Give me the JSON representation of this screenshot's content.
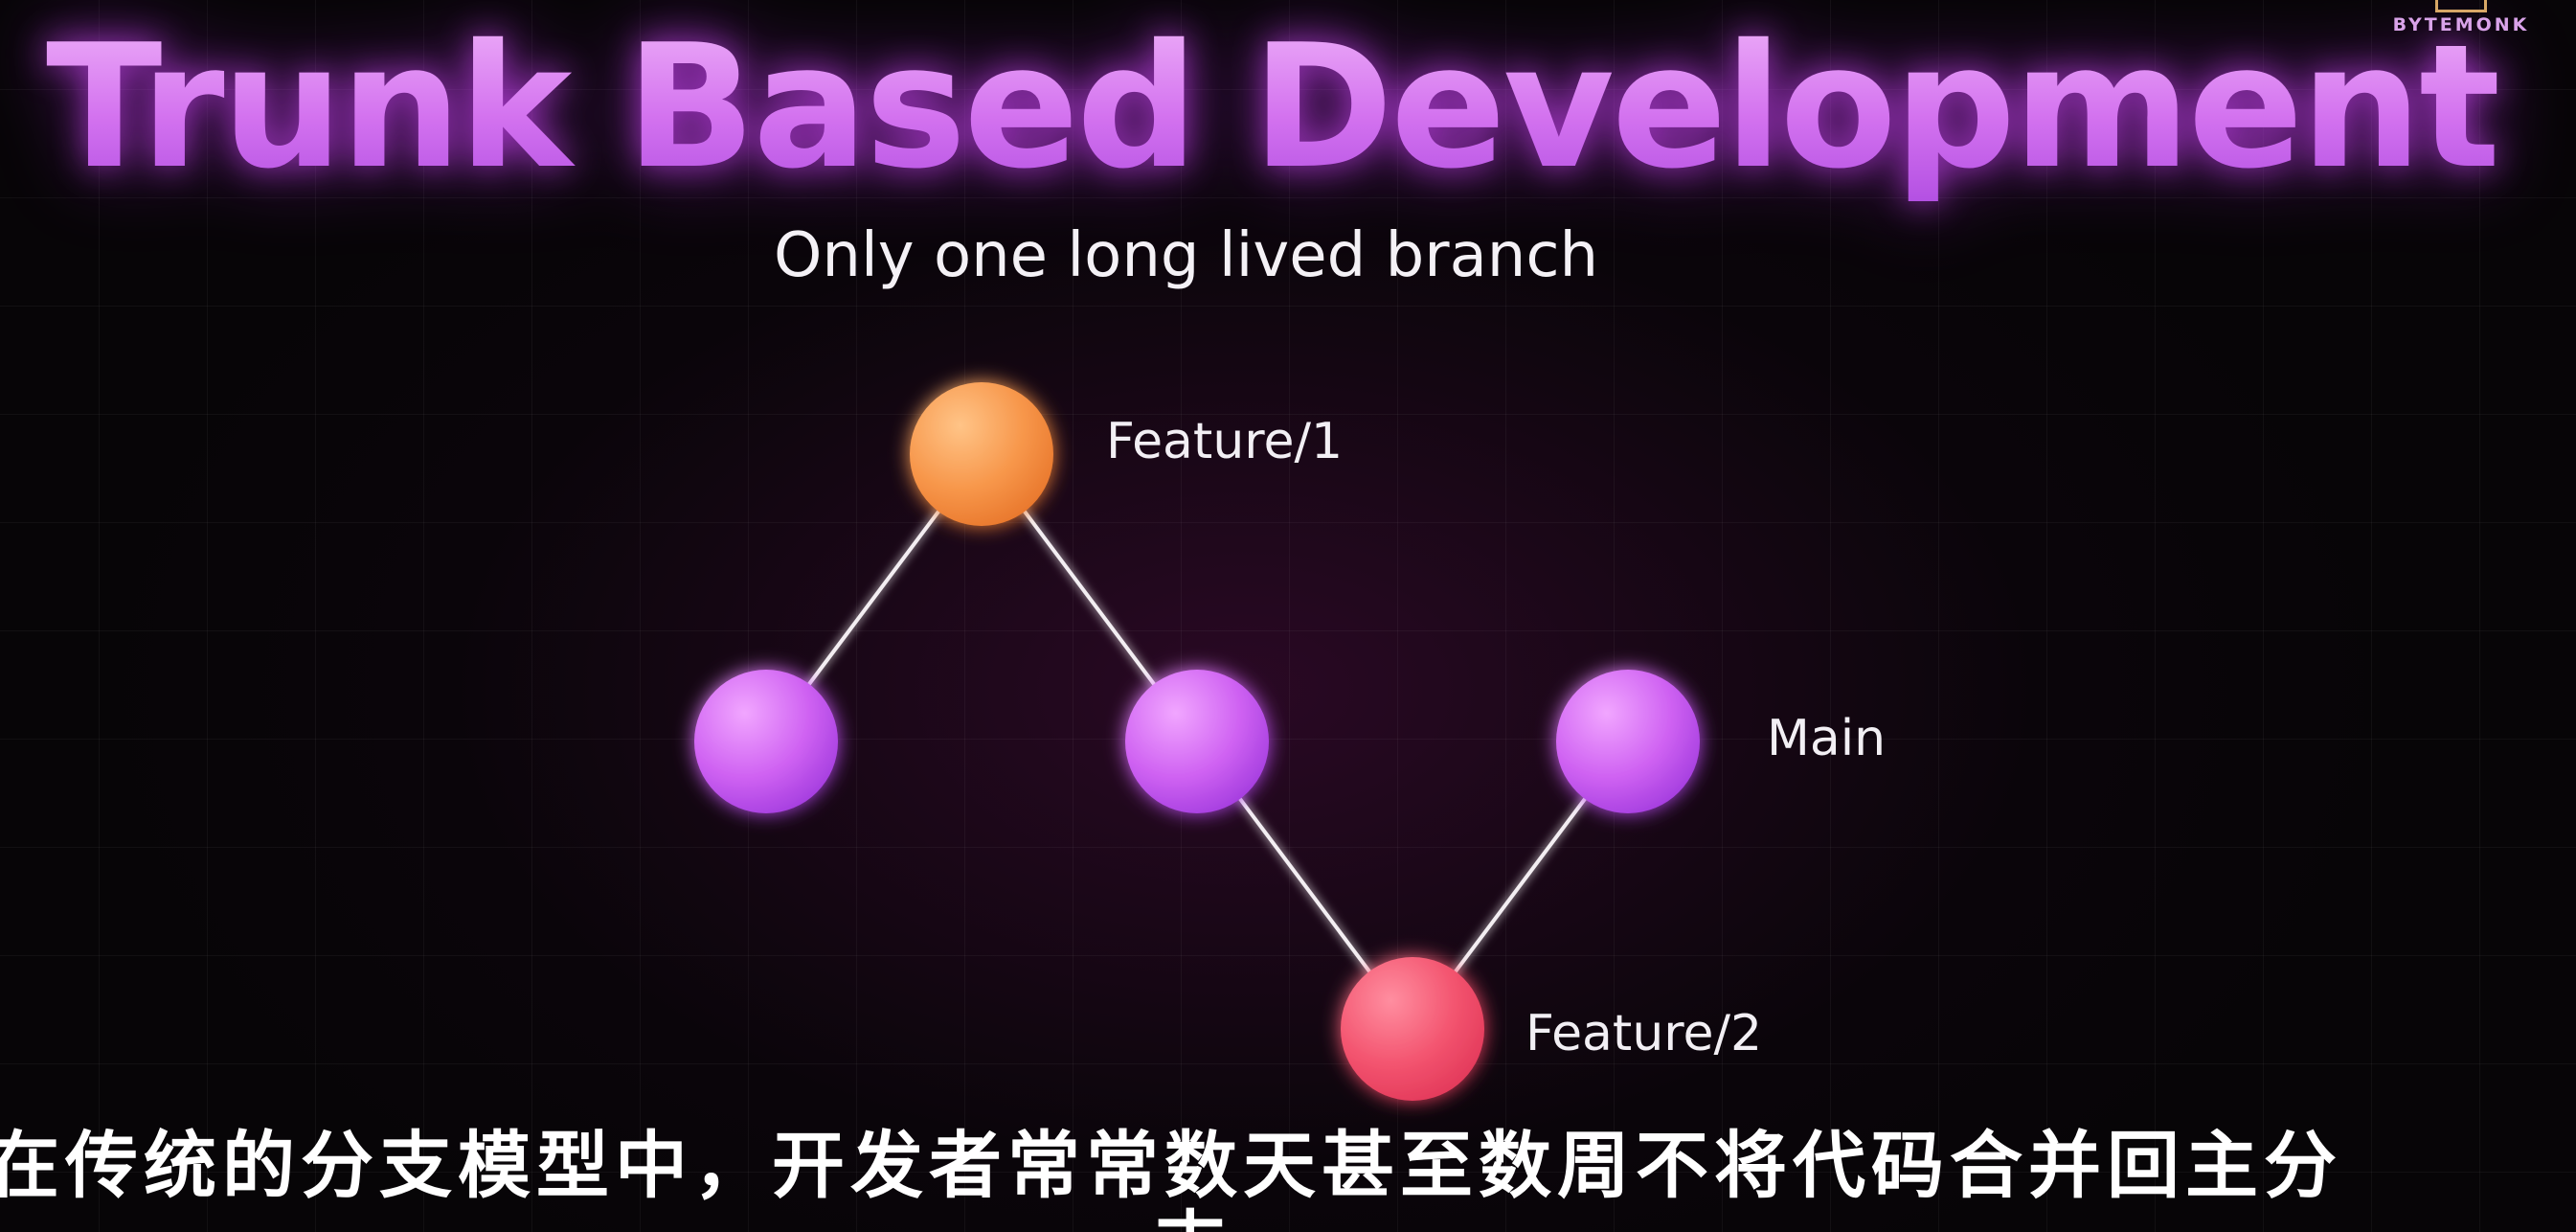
{
  "title": "Trunk Based Development",
  "subtitle": "Only one long lived branch",
  "brand": {
    "name": "BYTEMONK"
  },
  "diagram": {
    "nodes": [
      {
        "id": "m1",
        "role": "main"
      },
      {
        "id": "m2",
        "role": "main"
      },
      {
        "id": "m3",
        "role": "main",
        "label": "Main"
      },
      {
        "id": "f1",
        "role": "feature-1",
        "label": "Feature/1"
      },
      {
        "id": "f2",
        "role": "feature-2",
        "label": "Feature/2"
      }
    ],
    "edges": [
      [
        "m1",
        "m2"
      ],
      [
        "m2",
        "m3"
      ],
      [
        "m1",
        "f1"
      ],
      [
        "f1",
        "m2"
      ],
      [
        "m2",
        "f2"
      ],
      [
        "f2",
        "m3"
      ]
    ],
    "colors": {
      "main": "#c85ef0",
      "feature-1": "#f59a4d",
      "feature-2": "#f04f6f",
      "edge": "#f3eef2"
    }
  },
  "caption": {
    "line1": "在传统的分支模型中，开发者常常数天甚至数周不将代码合并回主分",
    "line2": "支"
  }
}
